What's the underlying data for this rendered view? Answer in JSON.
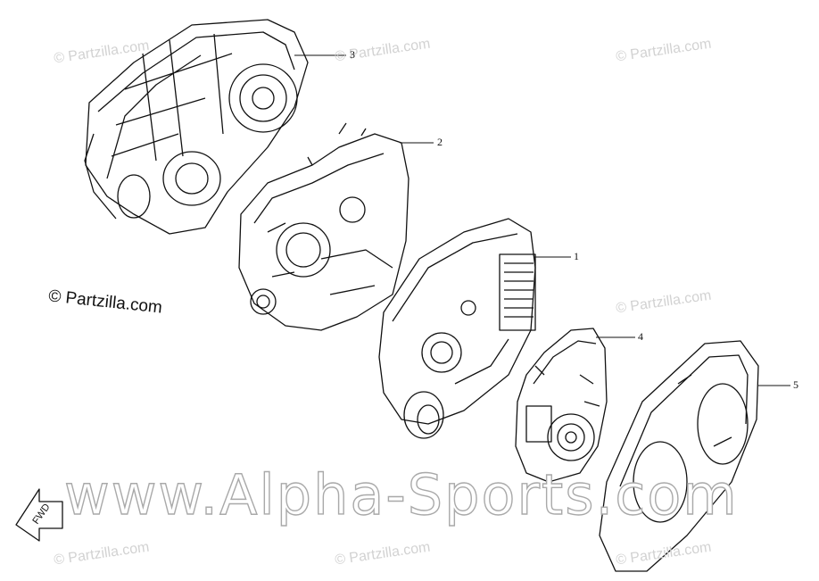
{
  "callouts": [
    {
      "id": "part-3",
      "label": "3"
    },
    {
      "id": "part-2",
      "label": "2"
    },
    {
      "id": "part-1",
      "label": "1"
    },
    {
      "id": "part-4",
      "label": "4"
    },
    {
      "id": "part-5",
      "label": "5"
    }
  ],
  "copyright_notice": "© Partzilla.com",
  "watermark_small": "© Partzilla.com",
  "watermark_main": "www.Alpha-Sports.com",
  "direction_label": "FWD",
  "colors": {
    "ink": "#111111",
    "watermark": "#c8c8c8",
    "background": "#ffffff"
  }
}
